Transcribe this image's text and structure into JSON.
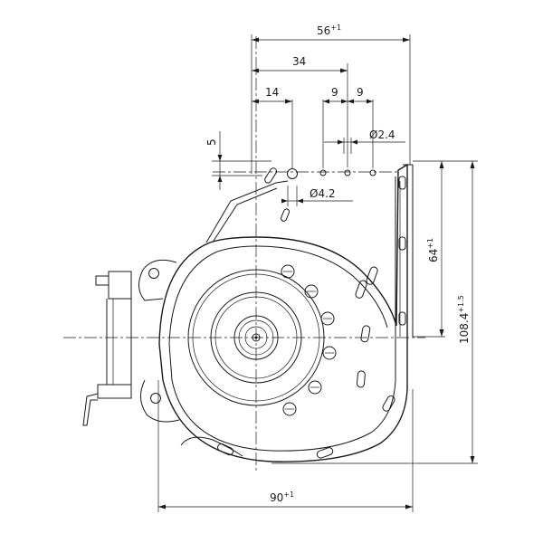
{
  "dimensions": {
    "width_overall": {
      "value": "56",
      "tolerance": "+1"
    },
    "hole_spacing": {
      "value": "34"
    },
    "offset_left": {
      "value": "14"
    },
    "pitch_a": {
      "value": "9"
    },
    "pitch_b": {
      "value": "9"
    },
    "vertical_offset": {
      "value": "5"
    },
    "small_hole_dia": {
      "value": "Ø2.4"
    },
    "large_hole_dia": {
      "value": "Ø4.2"
    },
    "outlet_height": {
      "value": "64",
      "tolerance": "+1"
    },
    "overall_height": {
      "value": "108.4",
      "tolerance": "+1.5"
    },
    "overall_width": {
      "value": "90",
      "tolerance": "+1"
    }
  }
}
